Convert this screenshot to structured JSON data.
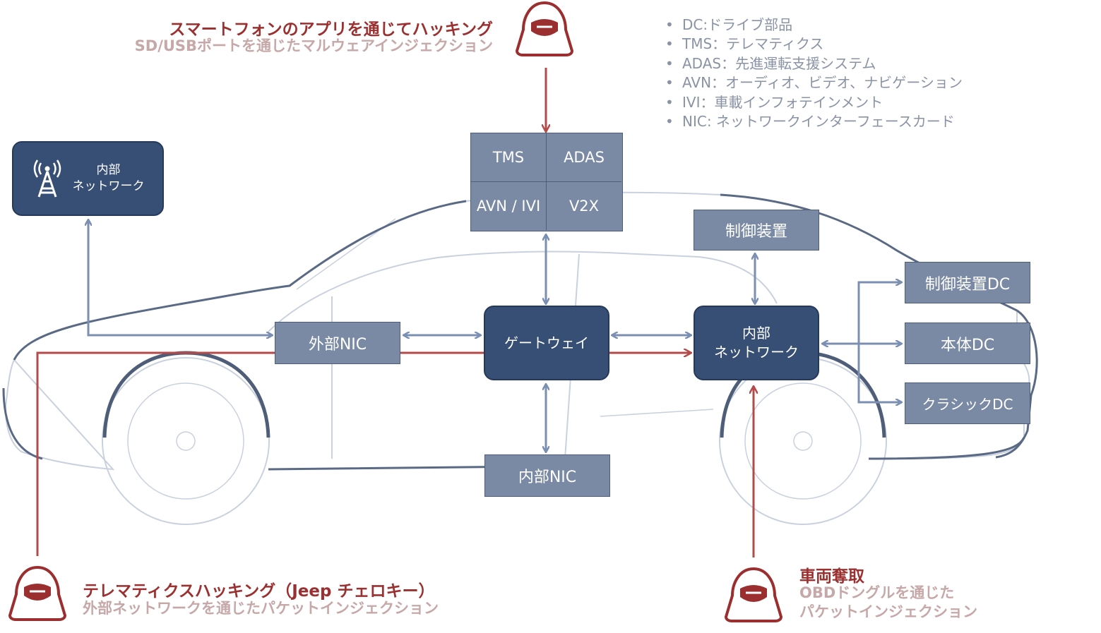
{
  "legend": [
    "DC:ドライブ部品",
    "TMS：テレマティクス",
    "ADAS：先進運転支援システム",
    "AVN：オーディオ、ビデオ、ナビゲーション",
    "IVI：車載インフォテインメント",
    "NIC: ネットワークインターフェースカード"
  ],
  "threats": {
    "top": {
      "title": "スマートフォンのアプリを通じてハッキング",
      "subtitle": "SD/USBポートを通じたマルウェアインジェクション"
    },
    "bottom_left": {
      "title": "テレマティクスハッキング（Jeep チェロキー）",
      "subtitle": "外部ネットワークを通じたパケットインジェクション"
    },
    "bottom_right": {
      "title": "車両奪取",
      "subtitle_line1": "OBDドングルを通じた",
      "subtitle_line2": "パケットインジェクション"
    }
  },
  "nodes": {
    "external_network": {
      "line1": "内部",
      "line2": "ネットワーク",
      "icon": "radio-tower-icon"
    },
    "tms": "TMS",
    "adas": "ADAS",
    "avn_ivi": "AVN / IVI",
    "v2x": "V2X",
    "external_nic": "外部NIC",
    "gateway": "ゲートウェイ",
    "internal_network": {
      "line1": "内部",
      "line2": "ネットワーク"
    },
    "internal_nic": "内部NIC",
    "controller": "制御装置",
    "controller_dc": "制御装置DC",
    "body_dc": "本体DC",
    "classic_dc": "クラシックDC"
  },
  "colors": {
    "attack": "#b54a4a",
    "link": "#7b8fb3",
    "dark_node": "#374f74",
    "gray_node": "#7a8aa4",
    "hacker": "#9b2f2f",
    "car_outline": "#cfd6e2"
  }
}
